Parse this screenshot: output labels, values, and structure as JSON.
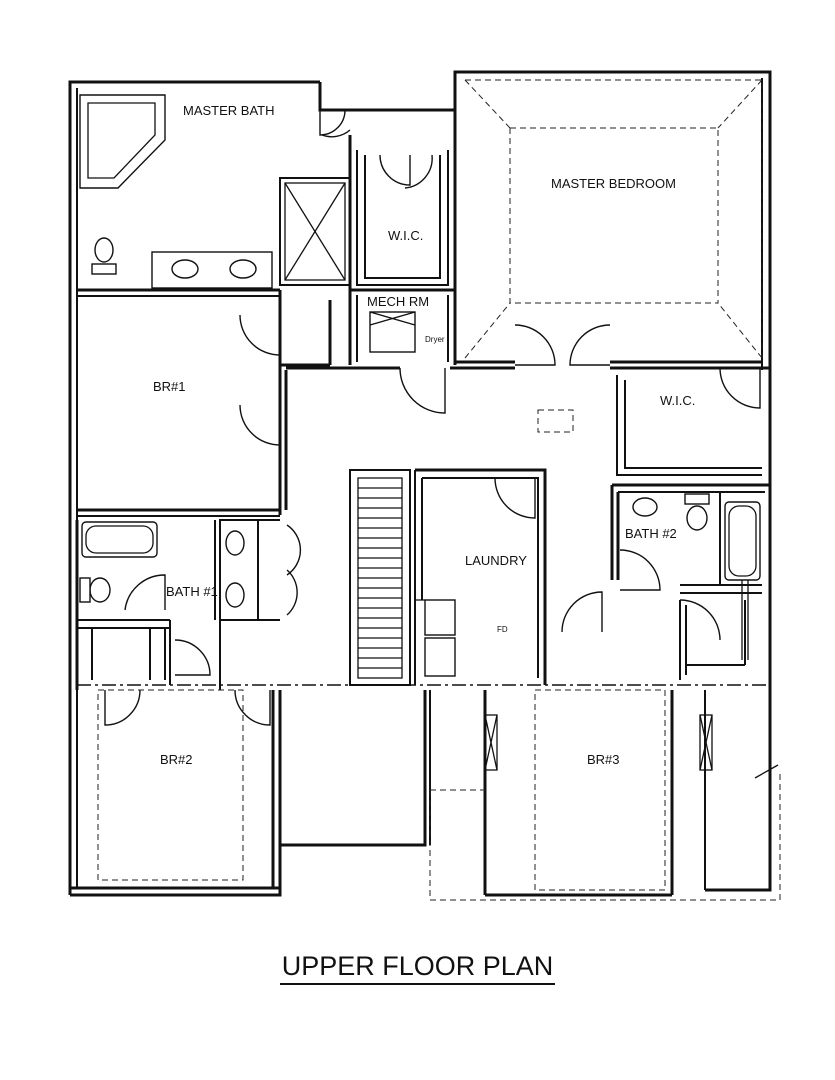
{
  "rooms": {
    "master_bath": "MASTER BATH",
    "master_bedroom": "MASTER BEDROOM",
    "wic_1": "W.I.C.",
    "mech_rm": "MECH RM",
    "br1": "BR#1",
    "wic_2": "W.I.C.",
    "laundry": "LAUNDRY",
    "bath2": "BATH #2",
    "bath1": "BATH #1",
    "br2": "BR#2",
    "br3": "BR#3"
  },
  "tags": {
    "dryer": "Dryer",
    "fd": "FD"
  },
  "title": "UPPER FLOOR PLAN"
}
